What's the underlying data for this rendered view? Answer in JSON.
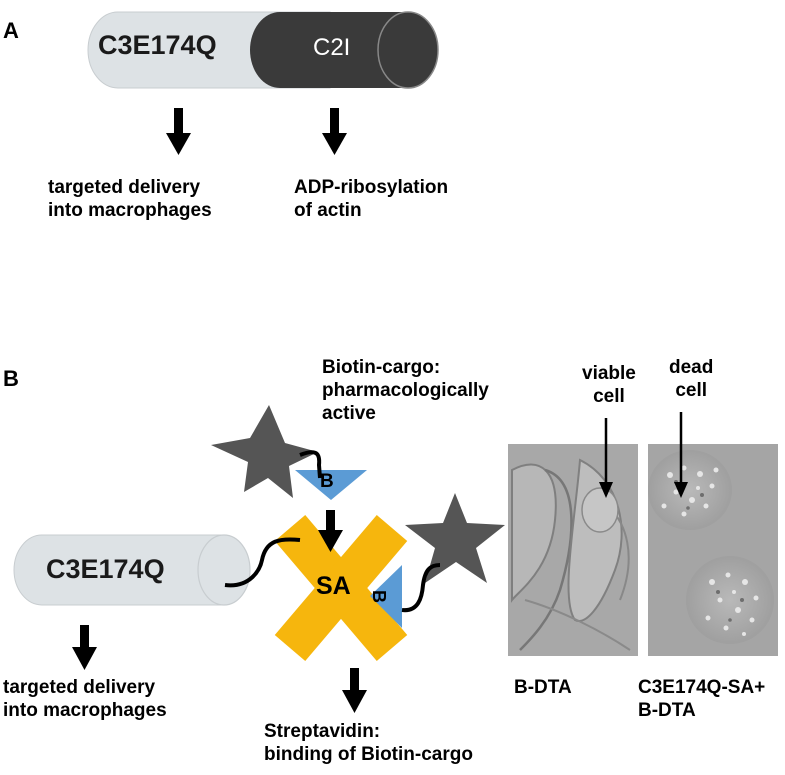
{
  "panel_a": {
    "label": "A",
    "construct": {
      "left_part": "C3E174Q",
      "right_part": "C2I"
    },
    "effects": [
      {
        "line1": "targeted delivery",
        "line2": "into macrophages"
      },
      {
        "line1": "ADP-ribosylation",
        "line2": "of actin"
      }
    ]
  },
  "panel_b": {
    "label": "B",
    "construct": "C3E174Q",
    "streptavidin_label": "SA",
    "biotin_tag": "B",
    "biotin_cargo": {
      "line1": "Biotin-cargo:",
      "line2": "pharmacologically",
      "line3": "active"
    },
    "delivery": {
      "line1": "targeted delivery",
      "line2": "into macrophages"
    },
    "streptavidin_caption": {
      "line1": "Streptavidin:",
      "line2": "binding of Biotin-cargo"
    },
    "micrographs": [
      {
        "arrow_label_line1": "viable",
        "arrow_label_line2": "cell",
        "caption_line1": "B-DTA",
        "caption_line2": ""
      },
      {
        "arrow_label_line1": "dead",
        "arrow_label_line2": "cell",
        "caption_line1": "C3E174Q-SA+",
        "caption_line2": "B-DTA"
      }
    ]
  },
  "colors": {
    "construct_light": "#dde2e5",
    "construct_dark": "#3a3a3a",
    "streptavidin": "#f6b60d",
    "biotin": "#5b9bd5",
    "cargo_star": "#555555",
    "arrow": "#000000"
  }
}
